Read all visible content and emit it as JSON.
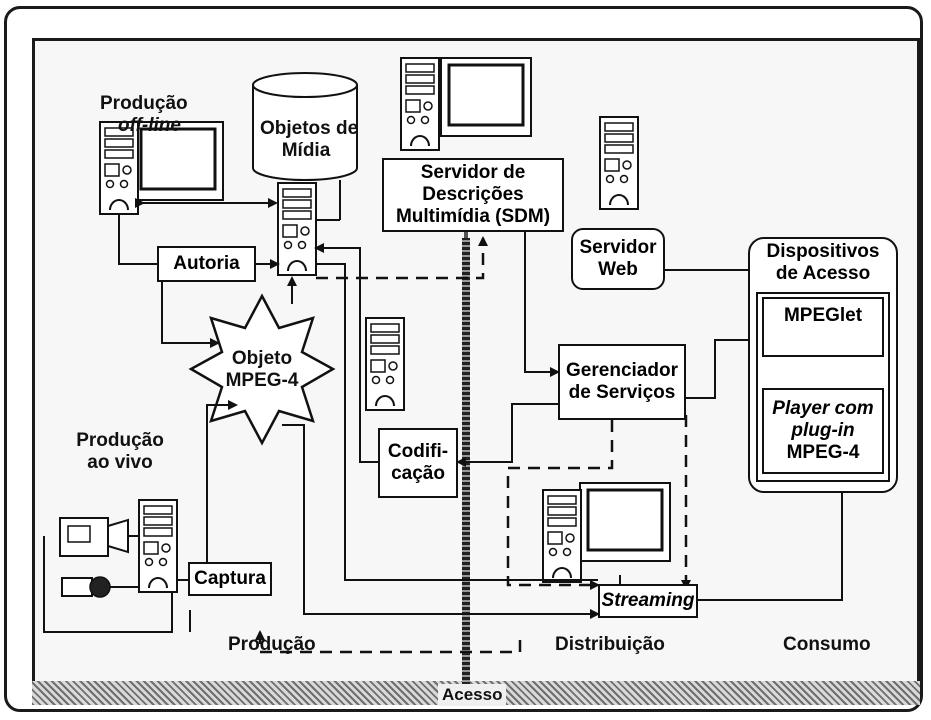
{
  "sections": {
    "producao": "Produção",
    "distribuicao": "Distribuição",
    "consumo": "Consumo",
    "acesso": "Acesso"
  },
  "producao_offline": {
    "line1": "Produção",
    "line2": "off-line"
  },
  "producao_vivo": {
    "line1": "Produção",
    "line2": "ao vivo"
  },
  "objetos_midia": {
    "line1": "Objetos de",
    "line2": "Mídia"
  },
  "servidor_sdm": {
    "line1": "Servidor de",
    "line2": "Descrições",
    "line3": "Multimídia (SDM)"
  },
  "servidor_web": {
    "line1": "Servidor",
    "line2": "Web"
  },
  "dispositivos": {
    "line1": "Dispositivos",
    "line2": "de Acesso"
  },
  "autoria": "Autoria",
  "objeto_mpeg4": {
    "line1": "Objeto",
    "line2": "MPEG-4"
  },
  "codificacao": {
    "line1": "Codifi-",
    "line2": "cação"
  },
  "gerenciador": {
    "line1": "Gerenciador",
    "line2": "de Serviços"
  },
  "mpeglet": "MPEGlet",
  "player": {
    "line1": "Player com",
    "line2": "plug-in",
    "line3": "MPEG-4"
  },
  "captura": "Captura",
  "streaming": "Streaming"
}
